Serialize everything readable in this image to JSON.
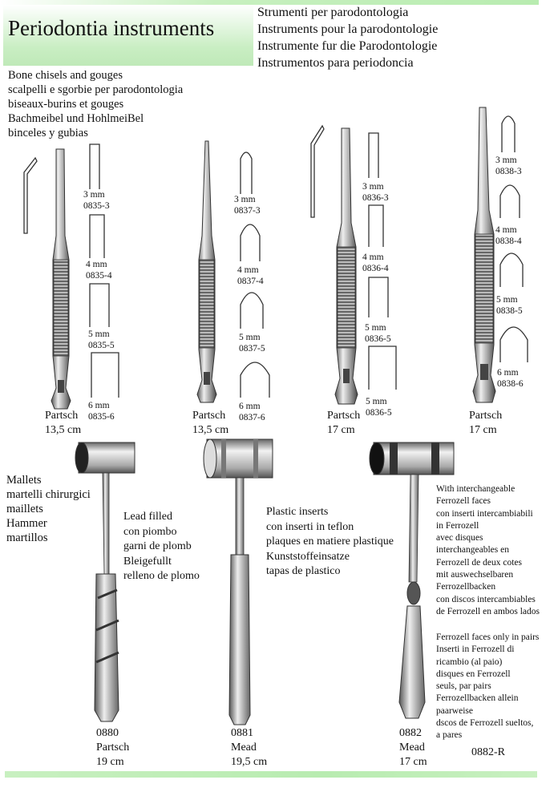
{
  "header": {
    "title": "Periodontia instruments",
    "subtitles": [
      "Strumenti per parodontologia",
      "Instruments pour la parodontologie",
      "Instrumente fur die Parodontologie",
      "Instrumentos para periodoncia"
    ]
  },
  "chisels": {
    "heading": [
      "Bone chisels and gouges",
      "scalpelli e sgorbie per parodontologia",
      "biseaux-burins et gouges",
      "Bachmeibel und HohlmeiBel",
      "binceles y gubias"
    ],
    "groups": [
      {
        "name": "Partsch",
        "length": "13,5 cm",
        "tips": [
          {
            "size": "3 mm",
            "code": "0835-3"
          },
          {
            "size": "4 mm",
            "code": "0835-4"
          },
          {
            "size": "5 mm",
            "code": "0835-5"
          },
          {
            "size": "6 mm",
            "code": "0835-6"
          }
        ]
      },
      {
        "name": "Partsch",
        "length": "13,5 cm",
        "tips": [
          {
            "size": "3 mm",
            "code": "0837-3"
          },
          {
            "size": "4 mm",
            "code": "0837-4"
          },
          {
            "size": "5 mm",
            "code": "0837-5"
          },
          {
            "size": "6 mm",
            "code": "0837-6"
          }
        ]
      },
      {
        "name": "Partsch",
        "length": "17 cm",
        "tips": [
          {
            "size": "3 mm",
            "code": "0836-3"
          },
          {
            "size": "4 mm",
            "code": "0836-4"
          },
          {
            "size": "5 mm",
            "code": "0836-5"
          },
          {
            "size": "5 mm",
            "code": "0836-5"
          }
        ]
      },
      {
        "name": "Partsch",
        "length": "17 cm",
        "tips": [
          {
            "size": "3 mm",
            "code": "0838-3"
          },
          {
            "size": "4 mm",
            "code": "0838-4"
          },
          {
            "size": "5 mm",
            "code": "0838-5"
          },
          {
            "size": "6 mm",
            "code": "0838-6"
          }
        ]
      }
    ]
  },
  "mallets": {
    "heading": [
      "Mallets",
      "martelli chirurgici",
      "maillets",
      "Hammer",
      "martillos"
    ],
    "items": [
      {
        "desc": [
          "Lead filled",
          "con piombo",
          "garni de plomb",
          "Bleigefullt",
          "relleno de plomo"
        ],
        "code": "0880",
        "name": "Partsch",
        "length": "19 cm"
      },
      {
        "desc": [
          "Plastic inserts",
          "con inserti in teflon",
          "plaques en matiere plastique",
          "Kunststoffeinsatze",
          "tapas de plastico"
        ],
        "code": "0881",
        "name": "Mead",
        "length": "19,5 cm"
      },
      {
        "desc": [
          "With interchangeable",
          "Ferrozell faces",
          "con inserti intercambiabili",
          "in Ferrozell",
          "avec disques",
          "interchangeables en",
          "Ferrozell de deux cotes",
          "mit auswechselbaren",
          "Ferrozellbacken",
          "con discos intercambiables",
          "de Ferrozell en ambos lados"
        ],
        "desc2": [
          "Ferrozell faces only in pairs",
          "Inserti in Ferrozell di",
          "ricambio (al paio)",
          "disques en Ferrozell",
          "seuls, par pairs",
          "Ferrozellbacken allein",
          "paarweise",
          "dscos de Ferrozell sueltos,",
          "a pares"
        ],
        "code": "0882",
        "name": "Mead",
        "length": "17 cm",
        "spare_code": "0882-R"
      }
    ]
  }
}
